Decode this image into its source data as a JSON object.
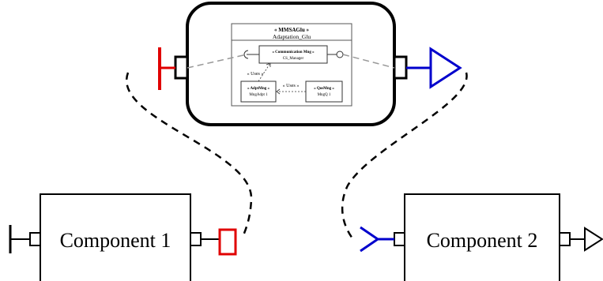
{
  "colors": {
    "required_port": "#e00000",
    "provided_port": "#0000cc",
    "line": "#000000",
    "glue_dash": "#999999"
  },
  "glue": {
    "stereotype": "« MMSAGlu »",
    "name": "Adaptation_Glu",
    "comm_manager": {
      "stereotype": "« Communication Mng »",
      "name": "CS_Manager"
    },
    "adapt_manager": {
      "stereotype": "« AdptMng »",
      "name": "MngAdpt 1"
    },
    "qos_manager": {
      "stereotype": "« QosMng »",
      "name": "MngQ 1"
    },
    "uses_vertical": "« Uses »",
    "uses_horizontal": "« Uses »"
  },
  "components": [
    {
      "label": "Component 1"
    },
    {
      "label": "Component 2"
    }
  ]
}
